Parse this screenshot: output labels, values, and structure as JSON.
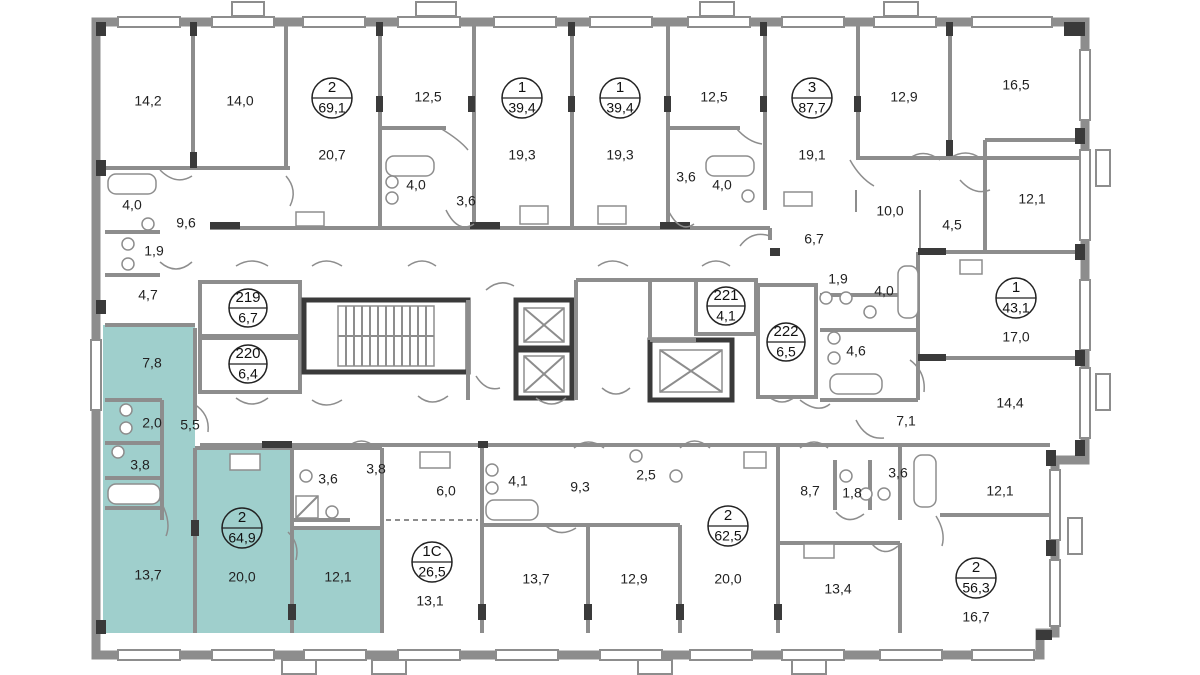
{
  "floor_plan": {
    "colors": {
      "wall": "#8d8d8d",
      "pier": "#3a3a3a",
      "highlight": "#9fcfcc"
    },
    "highlighted_apartment": {
      "rooms": "2",
      "area": "64,9"
    },
    "apartments": [
      {
        "id": "apt-2-691",
        "rooms": "2",
        "area": "69,1"
      },
      {
        "id": "apt-1-394-a",
        "rooms": "1",
        "area": "39,4"
      },
      {
        "id": "apt-1-394-b",
        "rooms": "1",
        "area": "39,4"
      },
      {
        "id": "apt-3-877",
        "rooms": "3",
        "area": "87,7"
      },
      {
        "id": "apt-1-431",
        "rooms": "1",
        "area": "43,1"
      },
      {
        "id": "apt-2-649",
        "rooms": "2",
        "area": "64,9"
      },
      {
        "id": "apt-1c-265",
        "rooms": "1С",
        "area": "26,5"
      },
      {
        "id": "apt-2-625",
        "rooms": "2",
        "area": "62,5"
      },
      {
        "id": "apt-2-563",
        "rooms": "2",
        "area": "56,3"
      }
    ],
    "storage_units": [
      {
        "number": "219",
        "area": "6,7"
      },
      {
        "number": "220",
        "area": "6,4"
      },
      {
        "number": "221",
        "area": "4,1"
      },
      {
        "number": "222",
        "area": "6,5"
      }
    ],
    "room_areas": [
      "14,2",
      "14,0",
      "20,7",
      "12,5",
      "19,3",
      "19,3",
      "12,5",
      "19,1",
      "12,9",
      "16,5",
      "4,0",
      "9,6",
      "1,9",
      "4,7",
      "4,0",
      "3,6",
      "3,6",
      "4,0",
      "10,0",
      "12,1",
      "4,5",
      "6,7",
      "1,9",
      "4,0",
      "17,0",
      "4,6",
      "14,4",
      "7,1",
      "7,8",
      "2,0",
      "5,5",
      "3,8",
      "3,6",
      "3,8",
      "6,0",
      "4,1",
      "9,3",
      "2,5",
      "8,7",
      "1,8",
      "3,6",
      "12,1",
      "13,7",
      "20,0",
      "12,1",
      "13,1",
      "13,7",
      "12,9",
      "20,0",
      "13,4",
      "16,7"
    ]
  }
}
